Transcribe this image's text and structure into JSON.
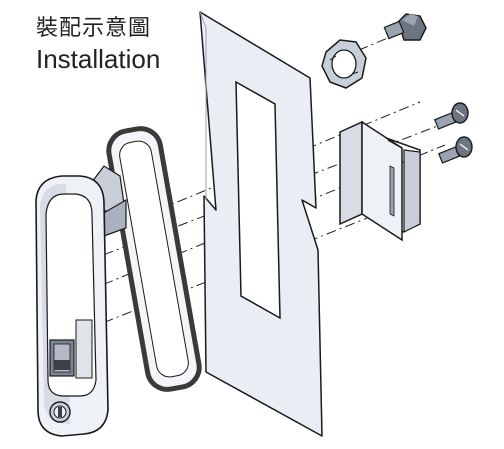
{
  "title": {
    "chinese": "裝配示意圖",
    "english": "Installation"
  },
  "colors": {
    "outline": "#1a1a1a",
    "panel_fill": "#e9edf4",
    "metal_light": "#eef1f6",
    "metal_mid": "#c9cfd9",
    "metal_dark": "#7c8494",
    "gasket": "#3a3a3a"
  },
  "parts": [
    "handle-lock-body",
    "gasket",
    "mounting-panel",
    "locking-nut",
    "cam-screw",
    "bracket",
    "bracket-screws"
  ]
}
